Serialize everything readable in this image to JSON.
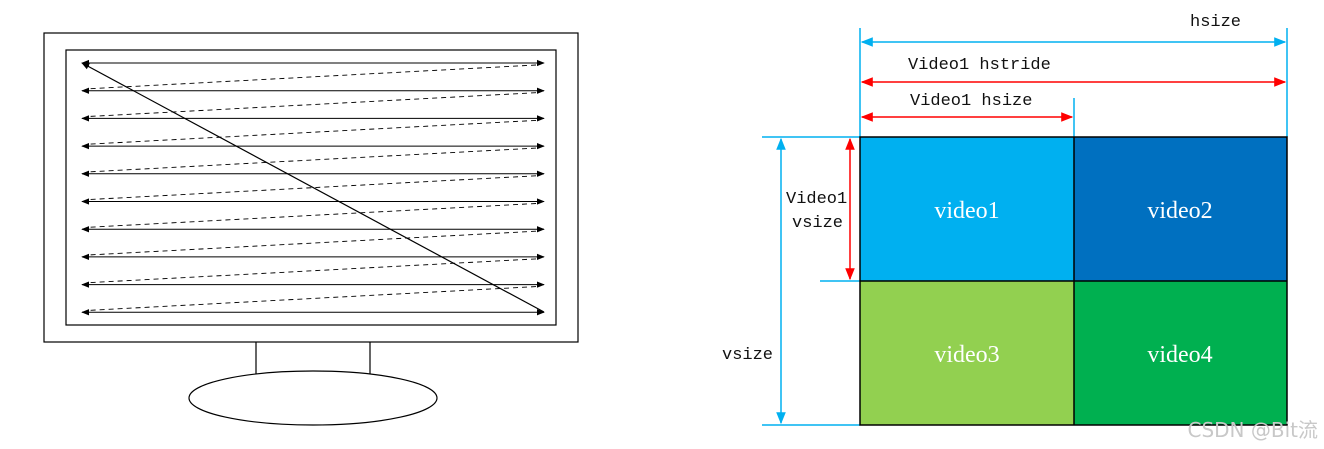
{
  "labels": {
    "hsize": "hsize",
    "video1_hstride": "Video1 hstride",
    "video1_hsize": "Video1 hsize",
    "video1_vsize_line1": "Video1",
    "video1_vsize_line2": "vsize",
    "vsize": "vsize"
  },
  "cells": [
    {
      "label": "video1",
      "color": "#00b0f0"
    },
    {
      "label": "video2",
      "color": "#0070c0"
    },
    {
      "label": "video3",
      "color": "#92d050"
    },
    {
      "label": "video4",
      "color": "#00b050"
    }
  ],
  "colors": {
    "blue_arrow": "#00b0f0",
    "red_arrow": "#ff0000",
    "grid_line": "#000000"
  },
  "monitor": {
    "scan_lines": 10
  },
  "watermark": "CSDN @Bit流"
}
